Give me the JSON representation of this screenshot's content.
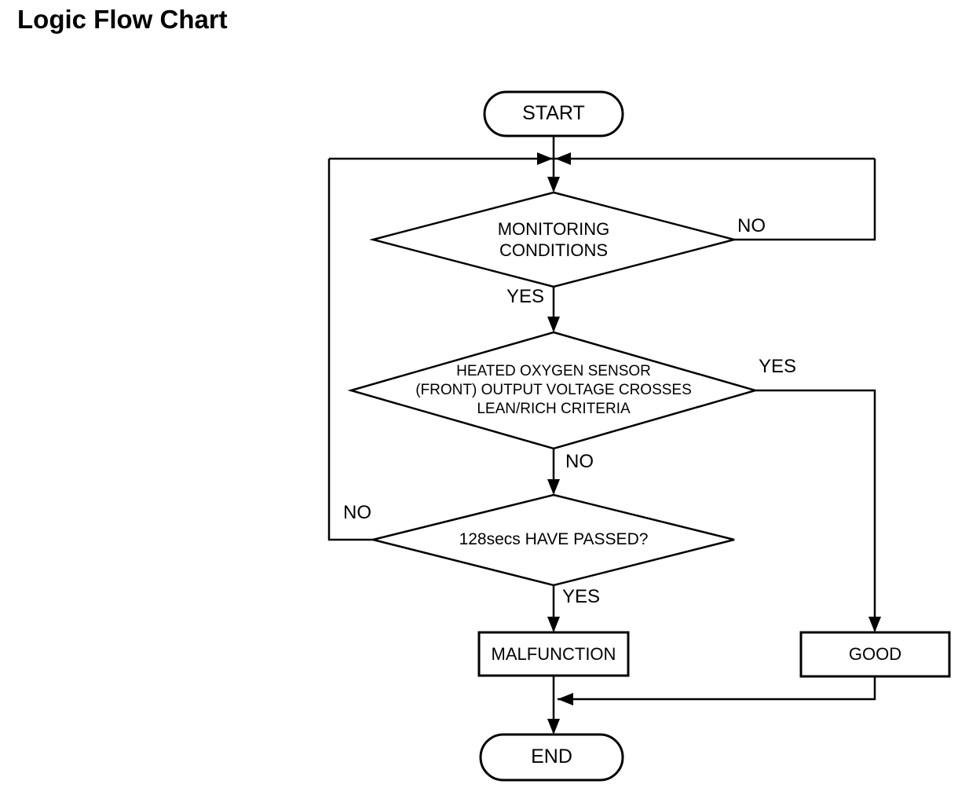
{
  "page": {
    "title": "Logic Flow Chart",
    "colors": {
      "ink": "#000000",
      "background": "#ffffff"
    }
  },
  "nodes": {
    "start": {
      "label": "START"
    },
    "monitoring": {
      "label": "MONITORING\nCONDITIONS"
    },
    "oxygen_sensor": {
      "label": "HEATED OXYGEN SENSOR\n(FRONT) OUTPUT VOLTAGE CROSSES\nLEAN/RICH CRITERIA"
    },
    "timer": {
      "label": "128secs HAVE PASSED?"
    },
    "malfunction": {
      "label": "MALFUNCTION"
    },
    "good": {
      "label": "GOOD"
    },
    "end": {
      "label": "END"
    }
  },
  "edge_labels": {
    "monitoring_no": "NO",
    "monitoring_yes": "YES",
    "oxygen_yes": "YES",
    "oxygen_no": "NO",
    "timer_no": "NO",
    "timer_yes": "YES"
  }
}
